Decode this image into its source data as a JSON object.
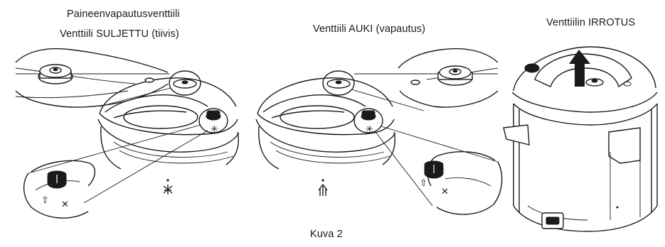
{
  "labels": {
    "closed_line1": "Paineenvapautusventtiili",
    "closed_line2": "Venttiili SULJETTU (tiivis)",
    "open": "Venttiili AUKI (vapautus)",
    "remove": "Venttiilin IRROTUS",
    "caption": "Kuva 2"
  },
  "icons": {
    "sealed_symbol": "valve-sealed-icon",
    "venting_symbol": "valve-venting-icon",
    "removal_arrow": "arrow-up-icon"
  }
}
